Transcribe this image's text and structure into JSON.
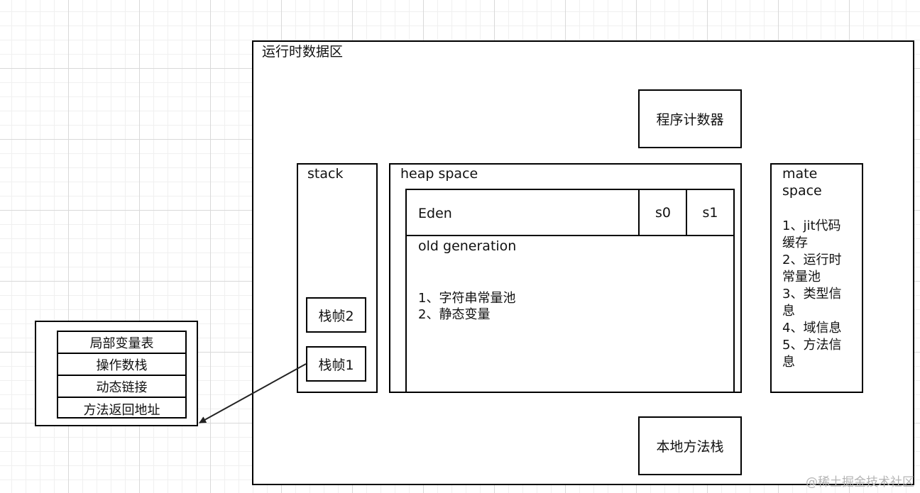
{
  "runtime_area": {
    "title": "运行时数据区"
  },
  "program_counter": {
    "label": "程序计数器"
  },
  "native_method_stack": {
    "label": "本地方法栈"
  },
  "stack": {
    "title": "stack",
    "frames": [
      "栈帧2",
      "栈帧1"
    ]
  },
  "heap": {
    "title": "heap space",
    "eden": "Eden",
    "s0": "s0",
    "s1": "s1",
    "old_generation": "old generation",
    "old_items": "1、字符串常量池\n2、静态变量"
  },
  "metaspace": {
    "title": "mate\nspace",
    "items": "1、jit代码\n缓存\n2、运行时\n常量池\n3、类型信\n息\n4、域信息\n5、方法信\n息"
  },
  "frame_detail": {
    "rows": [
      "局部变量表",
      "操作数栈",
      "动态链接",
      "方法返回地址"
    ]
  },
  "watermark": "@稀土掘金技术社区"
}
